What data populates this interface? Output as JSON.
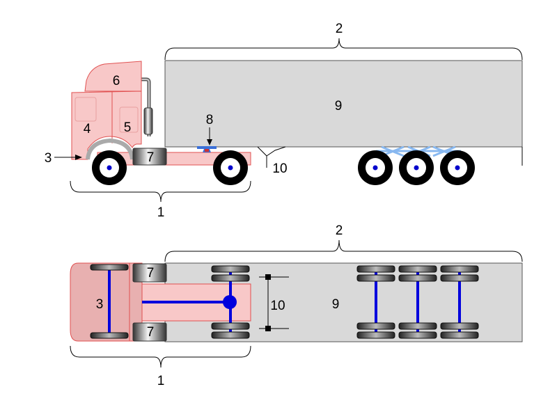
{
  "labels": {
    "tractor": "1",
    "semitrailer": "2",
    "bumper": "3",
    "cab_front": "4",
    "cab_side": "5",
    "roof_fairing": "6",
    "fuel_tank": "7",
    "fifth_wheel": "8",
    "trailer_box": "9",
    "landing_gear": "10"
  },
  "colors": {
    "tractor_fill": "#f8c8c8",
    "tractor_stroke": "#e05050",
    "trailer_fill": "#d9d9d9",
    "axle": "#0000dd",
    "fifth_wheel_plate": "#3a6fd8",
    "suspension": "#88b8f0",
    "tire": "#000000"
  }
}
